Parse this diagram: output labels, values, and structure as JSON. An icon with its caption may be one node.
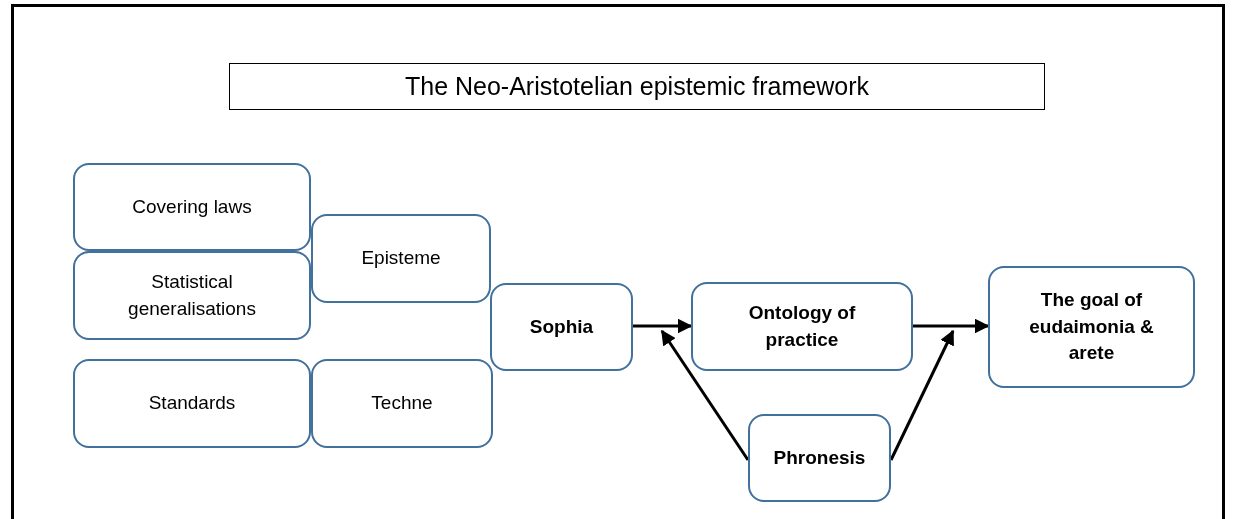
{
  "diagram": {
    "title": "The Neo-Aristotelian epistemic framework",
    "nodes": [
      {
        "text": [
          "Covering laws"
        ]
      },
      {
        "text": [
          "Statistical generalisations"
        ]
      },
      {
        "text": [
          "Episteme"
        ]
      },
      {
        "text": [
          "Standards"
        ]
      },
      {
        "text": [
          "Techne"
        ]
      },
      {
        "text": [
          "Sophia"
        ]
      },
      {
        "text": [
          "Ontology of practice"
        ]
      },
      {
        "text": [
          "The goal of eudaimonia & arete"
        ]
      },
      {
        "text": [
          "Phronesis"
        ]
      }
    ],
    "edges": [
      {
        "from": 5,
        "to": 6,
        "arrow": "to"
      },
      {
        "from": 6,
        "to": 7,
        "arrow": "to"
      },
      {
        "from": 8,
        "to": 5,
        "arrow": "to"
      },
      {
        "from": 8,
        "to": 7,
        "arrow": "to"
      }
    ]
  }
}
